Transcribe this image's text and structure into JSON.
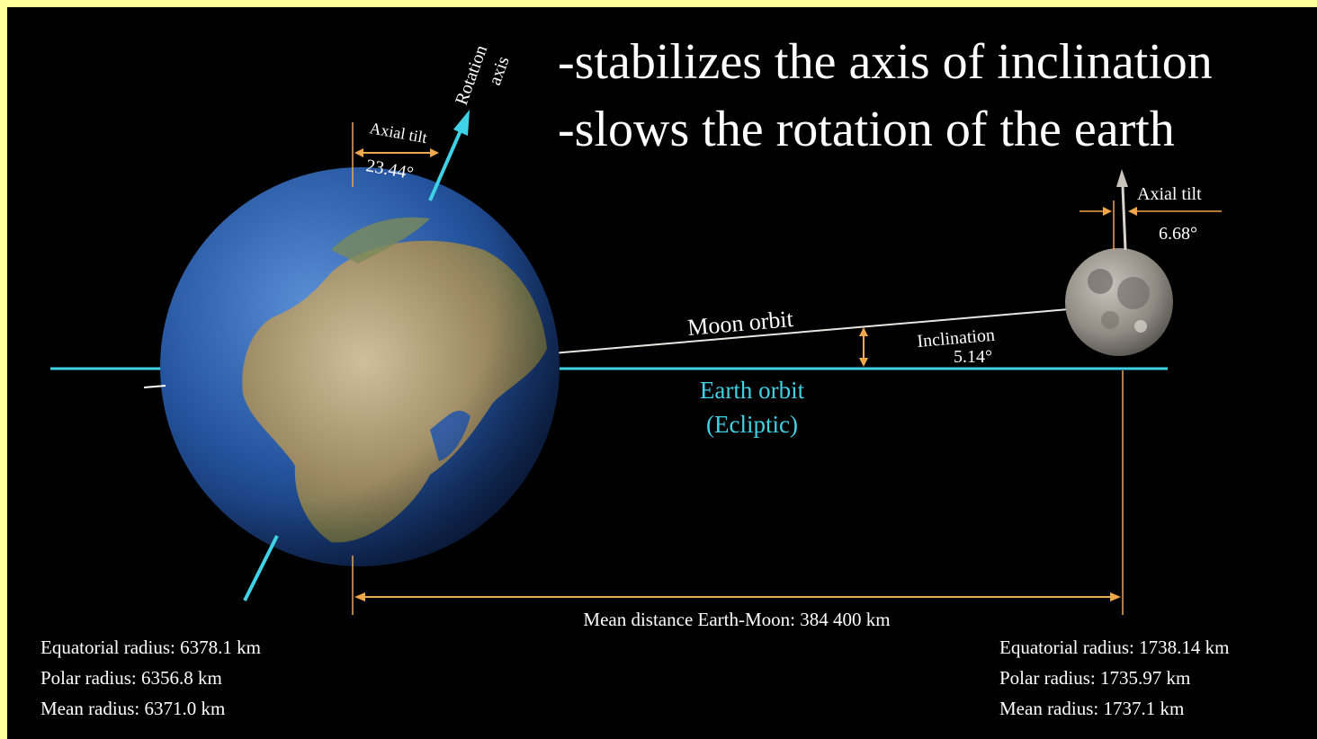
{
  "headline": {
    "line1": "-stabilizes the axis of inclination",
    "line2": "-slows the rotation of the earth"
  },
  "earth": {
    "rotation_label_1": "Rotation",
    "rotation_label_2": "axis",
    "axial_tilt_label": "Axial tilt",
    "axial_tilt_value": "23.44°",
    "stats": [
      "Equatorial radius: 6378.1 km",
      "Polar radius: 6356.8 km",
      "Mean radius: 6371.0 km"
    ]
  },
  "moon": {
    "axial_tilt_label": "Axial tilt",
    "axial_tilt_value": "6.68°",
    "stats": [
      "Equatorial radius: 1738.14 km",
      "Polar radius: 1735.97 km",
      "Mean radius: 1737.1 km"
    ]
  },
  "orbits": {
    "moon_orbit_label": "Moon orbit",
    "inclination_label": "Inclination",
    "inclination_value": "5.14°",
    "earth_orbit_label_1": "Earth orbit",
    "earth_orbit_label_2": "(Ecliptic)",
    "mean_distance_label": "Mean distance Earth-Moon: 384 400 km"
  },
  "colors": {
    "background": "#000000",
    "frame": "#ffff99",
    "ecliptic": "#3fd2e6",
    "dimension": "#f0a64a",
    "text": "#ffffff",
    "moon_orbit_line": "#e8e6e0"
  }
}
